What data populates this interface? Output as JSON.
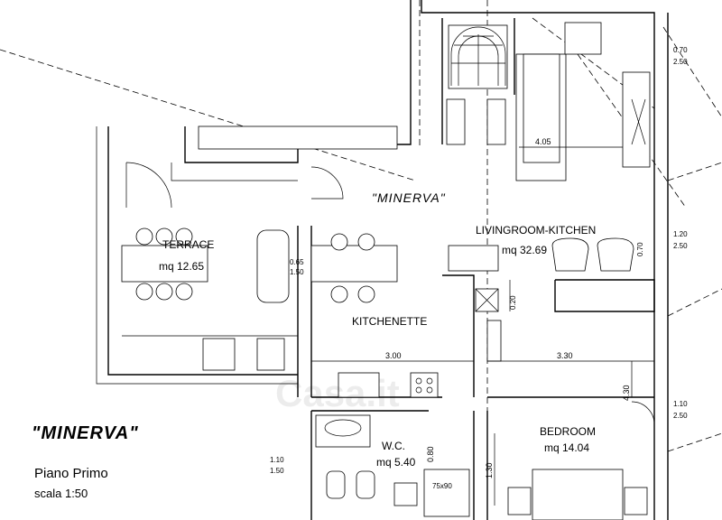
{
  "plan_title": "\"MINERVA\"",
  "floor_name": "Piano Primo",
  "scale": "scala 1:50",
  "apartment_label": "\"MINERVA\"",
  "rooms": {
    "terrace": {
      "name": "TERRACE",
      "area": "mq 12.65"
    },
    "living": {
      "name": "LIVINGROOM-KITCHEN",
      "area": "mq 32.69"
    },
    "kitchenette": {
      "name": "KITCHENETTE"
    },
    "bedroom": {
      "name": "BEDROOM",
      "area": "mq 14.04"
    },
    "wc": {
      "name": "W.C.",
      "area": "mq 5.40"
    }
  },
  "dimensions": {
    "living_width": "4.05",
    "kitchen_width": "3.00",
    "bedroom_width": "3.30",
    "bedroom_depth": "4.30",
    "stair_gap": "1.30",
    "wc_door": "0.80",
    "shower": "75x90",
    "kitchen_niche": "0.20",
    "armchair_gap": "0.70"
  },
  "openings": {
    "top_window_w": "0.70",
    "top_window_h": "2.50",
    "mid_window_w": "1.20",
    "mid_window_h": "2.50",
    "bed_window_w": "1.10",
    "bed_window_h": "2.50",
    "wc_window_w": "1.10",
    "wc_window_h": "1.50",
    "terrace_opening_w": "0.65",
    "terrace_opening_h": "1.50"
  },
  "watermark": "Casa.it"
}
